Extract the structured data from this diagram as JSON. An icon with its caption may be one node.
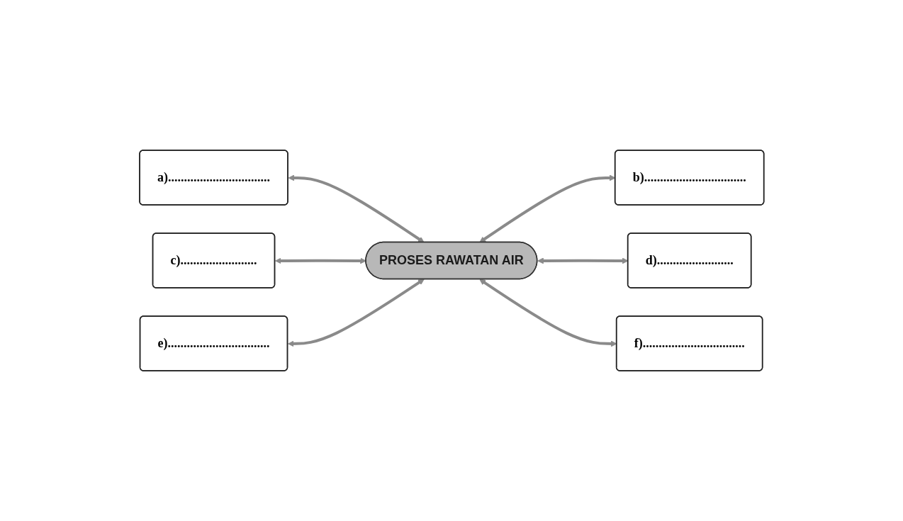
{
  "diagram": {
    "nodes": [
      {
        "text": [
          "a)................................"
        ]
      },
      {
        "text": [
          "b)................................"
        ]
      },
      {
        "text": [
          "c)........................"
        ]
      },
      {
        "text": [
          "PROSES RAWATAN AIR"
        ]
      },
      {
        "text": [
          "d)........................"
        ]
      },
      {
        "text": [
          "e)................................"
        ]
      },
      {
        "text": [
          "f)................................"
        ]
      }
    ],
    "edges": [
      {
        "from": 0,
        "to": 3,
        "arrow": "both"
      },
      {
        "from": 3,
        "to": 1,
        "arrow": "both"
      },
      {
        "from": 2,
        "to": 3,
        "arrow": "both"
      },
      {
        "from": 3,
        "to": 4,
        "arrow": "both"
      },
      {
        "from": 5,
        "to": 3,
        "arrow": "both"
      },
      {
        "from": 3,
        "to": 6,
        "arrow": "both"
      }
    ]
  }
}
